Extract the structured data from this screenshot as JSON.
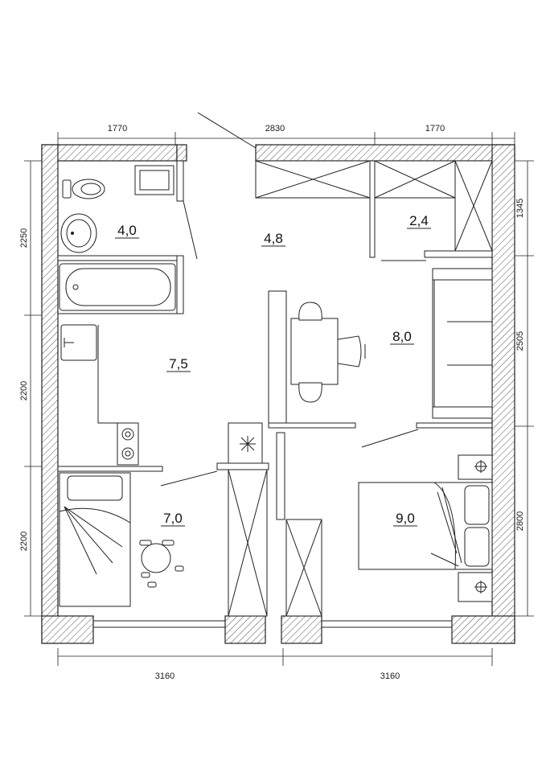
{
  "dimensions": {
    "top": [
      "1770",
      "2830",
      "1770"
    ],
    "bottom": [
      "3160",
      "3160"
    ],
    "left": [
      "2250",
      "2200",
      "2200"
    ],
    "right": [
      "1345",
      "2505",
      "2800"
    ]
  },
  "rooms": [
    {
      "id": "bathroom",
      "area": "4,0"
    },
    {
      "id": "hallway",
      "area": "4,8"
    },
    {
      "id": "storage",
      "area": "2,4"
    },
    {
      "id": "kitchen",
      "area": "7,5"
    },
    {
      "id": "living",
      "area": "8,0"
    },
    {
      "id": "bedroom-small",
      "area": "7,0"
    },
    {
      "id": "bedroom-large",
      "area": "9,0"
    }
  ],
  "colors": {
    "line": "#222222",
    "background": "#ffffff"
  }
}
